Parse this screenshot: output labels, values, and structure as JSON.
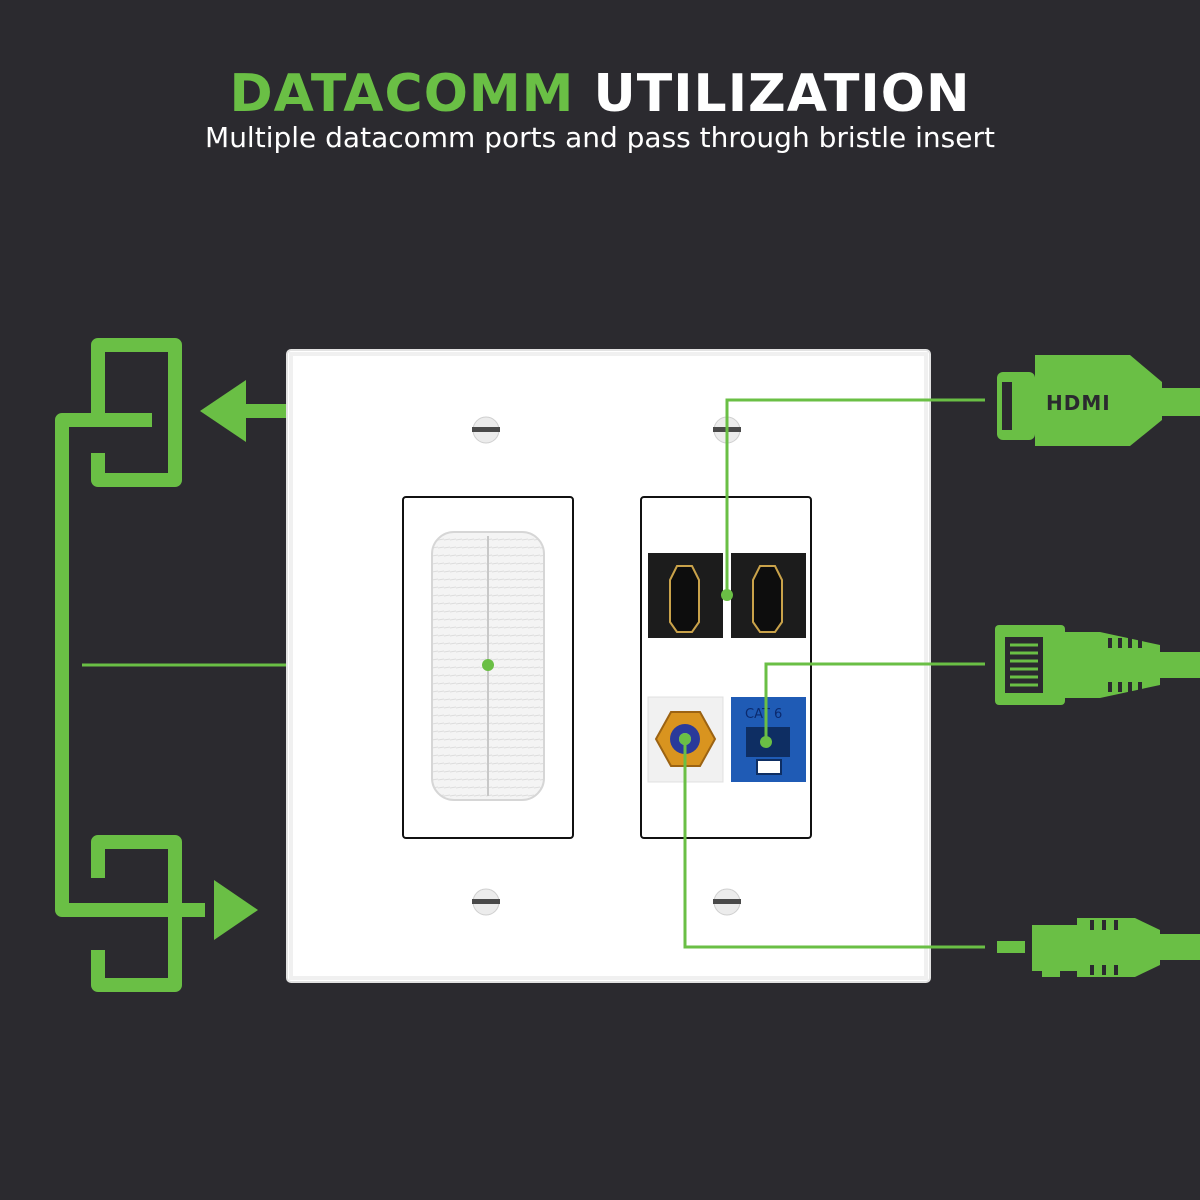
{
  "heading": {
    "accent": "DATACOMM",
    "rest": "UTILIZATION"
  },
  "subheading": "Multiple datacomm ports and pass through bristle insert",
  "connector_labels": {
    "hdmi": "HDMI",
    "keystone": "CAT 6"
  },
  "colors": {
    "background": "#2b2a2f",
    "accent_green": "#6abf45",
    "plate": "#ffffff",
    "keystone_blue": "#1f5bb5",
    "coax_gold": "#d9941f"
  },
  "icons": [
    "pass-through-loop-icon",
    "hdmi-plug-icon",
    "ethernet-plug-icon",
    "coax-plug-icon"
  ]
}
